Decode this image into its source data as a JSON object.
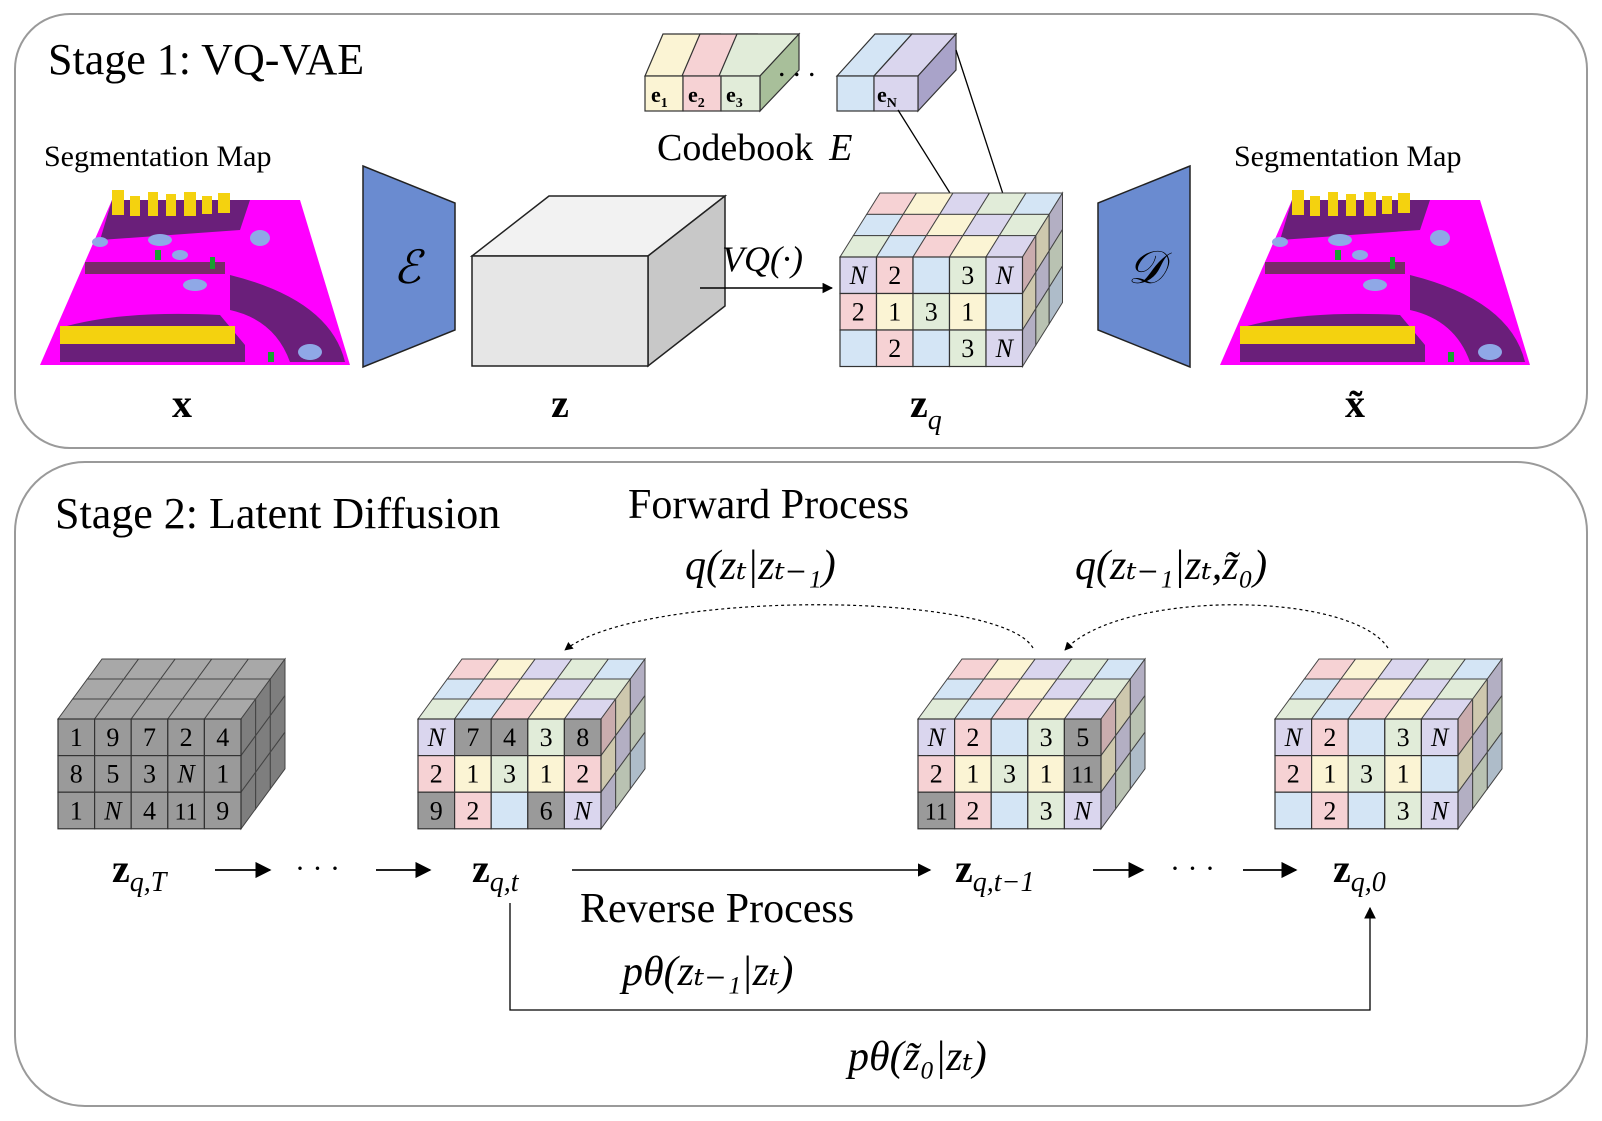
{
  "stage1": {
    "title": "Stage 1: VQ-VAE",
    "input_label": "Segmentation Map",
    "output_label": "Segmentation Map",
    "encoder_symbol": "ℰ",
    "decoder_symbol": "𝒟",
    "x_label": "x",
    "z_label": "z",
    "zq_label": "z",
    "zq_sub": "q",
    "xhat_label": "x̃",
    "vq_label": "VQ(·)",
    "codebook": {
      "label": "Codebook",
      "symbol": "E",
      "entries": [
        {
          "label": "e",
          "sub": "1"
        },
        {
          "label": "e",
          "sub": "2"
        },
        {
          "label": "e",
          "sub": "3"
        },
        {
          "label": "e",
          "sub": "N"
        }
      ],
      "ellipsis": ". . ."
    },
    "zq_grid": [
      [
        "N",
        "2",
        "",
        "3",
        "N"
      ],
      [
        "2",
        "1",
        "3",
        "1",
        ""
      ],
      [
        "",
        "2",
        "",
        "3",
        "N"
      ]
    ]
  },
  "stage2": {
    "title": "Stage 2: Latent Diffusion",
    "forward_title": "Forward Process",
    "forward_formula": "q(zₜ|zₜ₋₁)",
    "posterior_formula": "q(zₜ₋₁|zₜ,z̃₀)",
    "reverse_title": "Reverse Process",
    "reverse_formula": "pθ(zₜ₋₁|zₜ)",
    "direct_formula": "pθ(z̃₀|zₜ)",
    "ellipsis": "· · ·",
    "cubes": [
      {
        "label": "z",
        "sub": "q,T",
        "grid": [
          [
            "1",
            "9",
            "7",
            "2",
            "4"
          ],
          [
            "8",
            "5",
            "3",
            "N",
            "1"
          ],
          [
            "1",
            "N",
            "4",
            "11",
            "9"
          ]
        ]
      },
      {
        "label": "z",
        "sub": "q,t",
        "grid": [
          [
            "N",
            "7",
            "4",
            "3",
            "8"
          ],
          [
            "2",
            "1",
            "3",
            "1",
            "2"
          ],
          [
            "9",
            "2",
            "",
            "6",
            "N"
          ]
        ]
      },
      {
        "label": "z",
        "sub": "q,t−1",
        "grid": [
          [
            "N",
            "2",
            "",
            "3",
            "5"
          ],
          [
            "2",
            "1",
            "3",
            "1",
            "11"
          ],
          [
            "11",
            "2",
            "",
            "3",
            "N"
          ]
        ]
      },
      {
        "label": "z",
        "sub": "q,0",
        "grid": [
          [
            "N",
            "2",
            "",
            "3",
            "N"
          ],
          [
            "2",
            "1",
            "3",
            "1",
            ""
          ],
          [
            "",
            "2",
            "",
            "3",
            "N"
          ]
        ]
      }
    ]
  },
  "colors": {
    "encoder": "#6a8bd0",
    "magenta": "#ff00ff",
    "code_N": "#dad6ee",
    "code_1": "#fbf4d4",
    "code_2": "#f6d2d4",
    "code_3": "#e1ecd9",
    "code_empty": "#d4e5f5",
    "noise": "#9a9a9a"
  }
}
